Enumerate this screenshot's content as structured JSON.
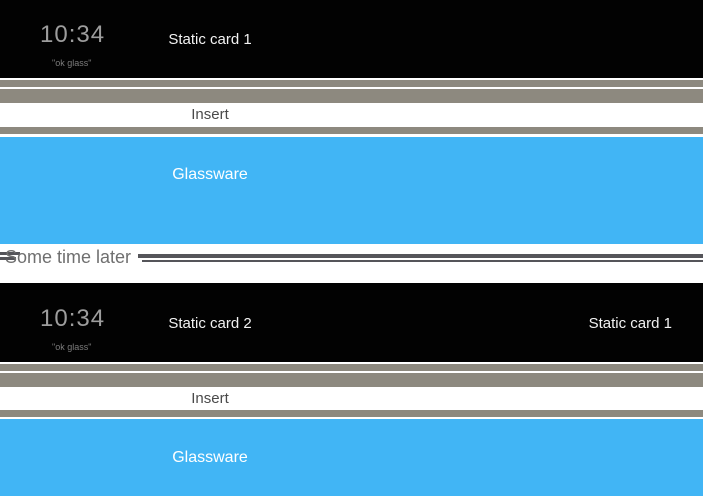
{
  "colors": {
    "card_black": "#020202",
    "bar_gray": "#8d897f",
    "glass_blue": "#41b5f5",
    "clock_text": "#9d9d9d",
    "okglass_text": "#7c7c7c",
    "card_label": "#f2f2f2",
    "insert_text": "#4a4a4a",
    "divider_text": "#6f6f6f",
    "divider_line": "#55555a"
  },
  "before": {
    "home_card": {
      "clock": "10:34",
      "hotword": "\"ok glass\""
    },
    "cards": [
      {
        "label": "Static card 1"
      }
    ],
    "insert_label": "Insert",
    "glassware_label": "Glassware"
  },
  "divider": {
    "label": "Some time later"
  },
  "after": {
    "home_card": {
      "clock": "10:34",
      "hotword": "\"ok glass\""
    },
    "cards": [
      {
        "label": "Static card 2"
      },
      {
        "label": "Static card 1"
      }
    ],
    "insert_label": "Insert",
    "glassware_label": "Glassware"
  }
}
